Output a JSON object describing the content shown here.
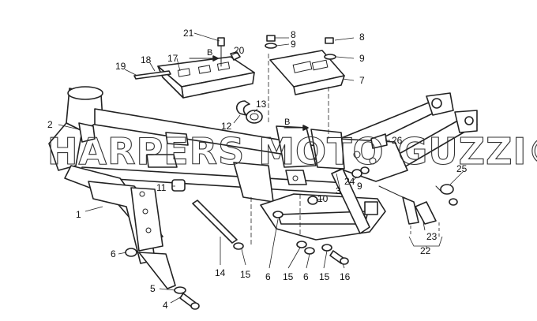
{
  "watermark": "HARPERS MOTO GUZZI©",
  "view_marker": "B",
  "callouts": {
    "c1": "1",
    "c2": "2",
    "c3": "3",
    "c4": "4",
    "c5": "5",
    "c6a": "6",
    "c6b": "6",
    "c6c": "6",
    "c7": "7",
    "c8a": "8",
    "c8b": "8",
    "c9a": "9",
    "c9b": "9",
    "c9c": "9",
    "c10": "10",
    "c11": "11",
    "c12": "12",
    "c13": "13",
    "c14": "14",
    "c15a": "15",
    "c15b": "15",
    "c15c": "15",
    "c16": "16",
    "c17": "17",
    "c18": "18",
    "c19": "19",
    "c20": "20",
    "c21": "21",
    "c22": "22",
    "c23": "23",
    "c24": "24",
    "c25": "25",
    "c26": "26"
  }
}
